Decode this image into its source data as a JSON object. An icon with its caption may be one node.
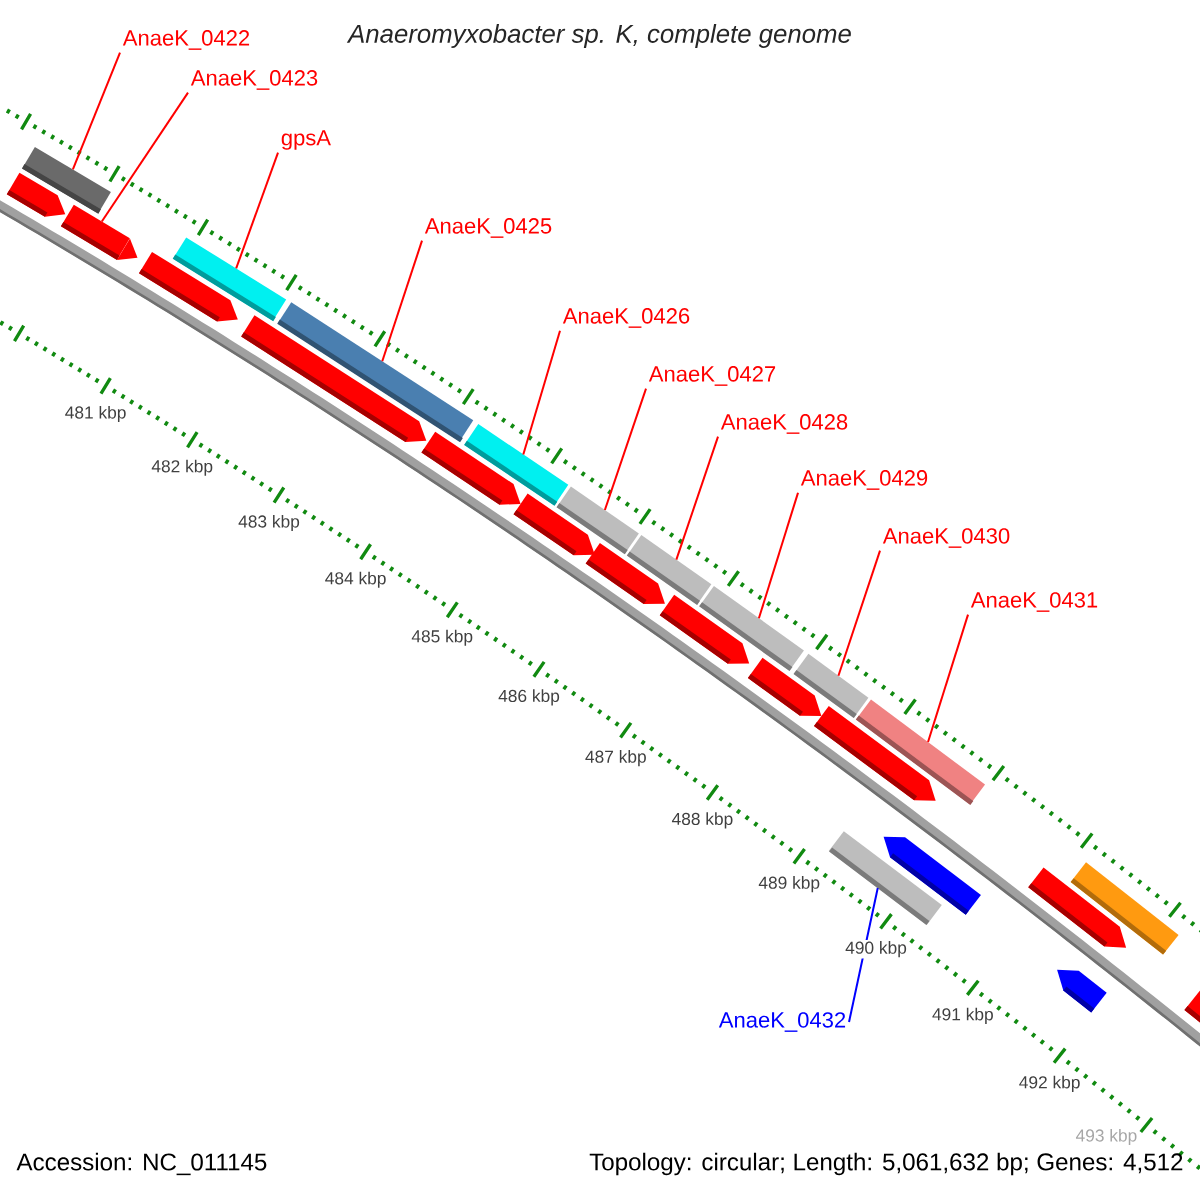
{
  "diagram": {
    "title": "Anaeromyxobacter sp. K, complete genome",
    "nodes": [
      {
        "text": [
          "AnaeK_0422"
        ]
      },
      {
        "text": [
          "AnaeK_0423"
        ]
      },
      {
        "text": [
          "gpsA"
        ]
      },
      {
        "text": [
          "AnaeK_0425"
        ]
      },
      {
        "text": [
          "AnaeK_0426"
        ]
      },
      {
        "text": [
          "AnaeK_0427"
        ]
      },
      {
        "text": [
          "AnaeK_0428"
        ]
      },
      {
        "text": [
          "AnaeK_0429"
        ]
      },
      {
        "text": [
          "AnaeK_0430"
        ]
      },
      {
        "text": [
          "AnaeK_0431"
        ]
      },
      {
        "text": [
          "AnaeK_0432"
        ]
      },
      {
        "text": [],
        "shape": "bar"
      },
      {
        "text": [],
        "shape": "arrow"
      },
      {
        "text": [],
        "shape": "bar"
      },
      {
        "text": [],
        "shape": "bar"
      },
      {
        "text": [],
        "shape": "bar"
      },
      {
        "text": [],
        "shape": "bar"
      },
      {
        "text": [],
        "shape": "bar"
      },
      {
        "text": [],
        "shape": "bar"
      },
      {
        "text": [],
        "shape": "bar"
      },
      {
        "text": [],
        "shape": "bar"
      },
      {
        "text": [],
        "shape": "bar"
      }
    ],
    "edges": [
      {
        "from": 0,
        "to": 11,
        "arrow": "none"
      },
      {
        "from": 1,
        "to": 12,
        "arrow": "none"
      },
      {
        "from": 2,
        "to": 13,
        "arrow": "none"
      },
      {
        "from": 3,
        "to": 14,
        "arrow": "none"
      },
      {
        "from": 4,
        "to": 15,
        "arrow": "none"
      },
      {
        "from": 5,
        "to": 16,
        "arrow": "none"
      },
      {
        "from": 6,
        "to": 17,
        "arrow": "none"
      },
      {
        "from": 7,
        "to": 18,
        "arrow": "none"
      },
      {
        "from": 8,
        "to": 19,
        "arrow": "none"
      },
      {
        "from": 9,
        "to": 20,
        "arrow": "none"
      },
      {
        "from": 10,
        "to": 21,
        "arrow": "none",
        "color": "#0000ff"
      }
    ],
    "labels": [
      "481 kbp",
      "482 kbp",
      "483 kbp",
      "484 kbp",
      "485 kbp",
      "486 kbp",
      "487 kbp",
      "488 kbp",
      "489 kbp",
      "490 kbp",
      "491 kbp",
      "492 kbp",
      "493 kbp",
      "Accession: NC_011145",
      "Topology: circular; Length: 5,061,632 bp; Genes: 4,512"
    ]
  }
}
